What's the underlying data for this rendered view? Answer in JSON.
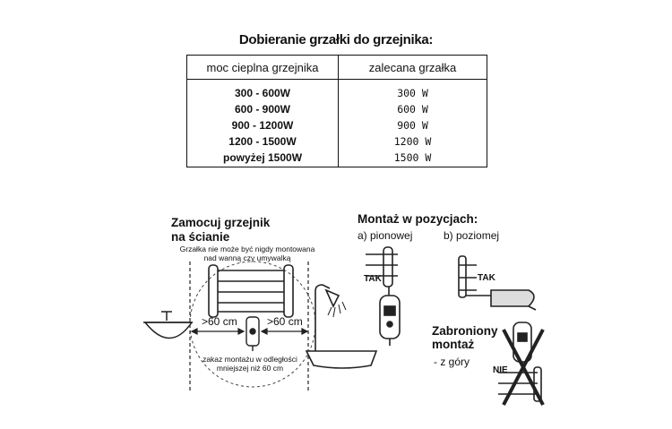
{
  "table": {
    "title": "Dobieranie grzałki do grzejnika:",
    "headers": [
      "moc cieplna grzejnika",
      "zalecana grzałka"
    ],
    "ranges": [
      "300 - 600W",
      "600 - 900W",
      "900 - 1200W",
      "1200 - 1500W",
      "powyżej 1500W"
    ],
    "heaters": [
      "300 W",
      "600 W",
      "900 W",
      "1200 W",
      "1500 W"
    ]
  },
  "wall": {
    "heading_line1": "Zamocuj grzejnik",
    "heading_line2": "na ścianie",
    "note_line1": "Grzałka nie może być nigdy montowana",
    "note_line2": "nad wanną czy umywalką",
    "dist_left": ">60 cm",
    "dist_right": ">60 cm",
    "prohibit_line1": "zakaz montażu w odległości",
    "prohibit_line2": "mniejszej niż 60 cm"
  },
  "mounting": {
    "heading": "Montaż w pozycjach:",
    "option_a": "a) pionowej",
    "option_b": "b) poziomej",
    "yes_a": "TAK",
    "yes_b": "TAK",
    "forbidden_line1": "Zabroniony",
    "forbidden_line2": "montaż",
    "forbidden_line3": "- z góry",
    "no_label": "NIE"
  }
}
